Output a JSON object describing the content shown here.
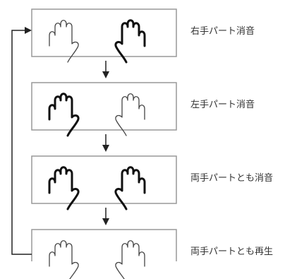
{
  "steps": [
    {
      "label": "右手パート消音",
      "left_hand": "normal",
      "right_hand": "bold"
    },
    {
      "label": "左手パート消音",
      "left_hand": "bold",
      "right_hand": "normal"
    },
    {
      "label": "両手パートとも消音",
      "left_hand": "bold",
      "right_hand": "bold"
    },
    {
      "label": "両手パートとも再生",
      "left_hand": "normal",
      "right_hand": "normal"
    }
  ],
  "colors": {
    "frame": "#999999",
    "hand_normal": "#444444",
    "hand_bold": "#111111",
    "arrow": "#222222",
    "text": "#333333"
  }
}
